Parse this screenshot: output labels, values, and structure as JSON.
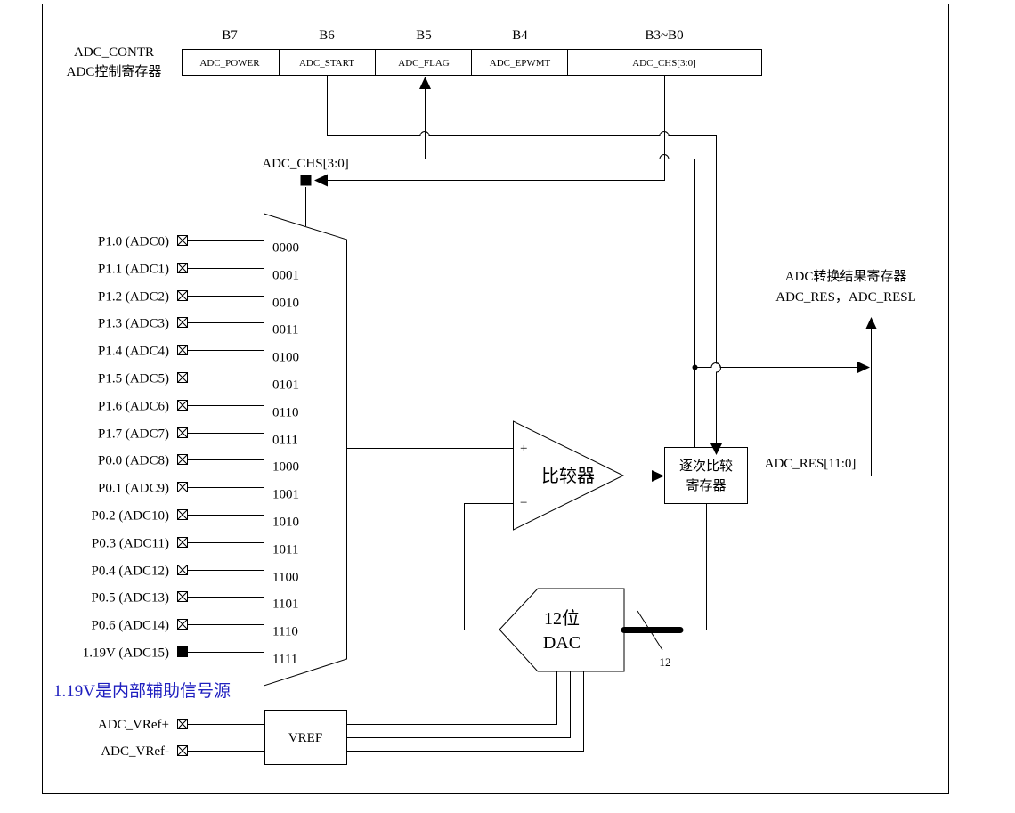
{
  "register": {
    "name_en": "ADC_CONTR",
    "name_cn": "ADC控制寄存器",
    "bit_headers": [
      "B7",
      "B6",
      "B5",
      "B4",
      "B3~B0"
    ],
    "fields": [
      "ADC_POWER",
      "ADC_START",
      "ADC_FLAG",
      "ADC_EPWMT",
      "ADC_CHS[3:0]"
    ]
  },
  "mux": {
    "select_label": "ADC_CHS[3:0]",
    "inputs": [
      {
        "pin": "P1.0 (ADC0)",
        "code": "0000",
        "pin_type": "io"
      },
      {
        "pin": "P1.1 (ADC1)",
        "code": "0001",
        "pin_type": "io"
      },
      {
        "pin": "P1.2 (ADC2)",
        "code": "0010",
        "pin_type": "io"
      },
      {
        "pin": "P1.3 (ADC3)",
        "code": "0011",
        "pin_type": "io"
      },
      {
        "pin": "P1.4 (ADC4)",
        "code": "0100",
        "pin_type": "io"
      },
      {
        "pin": "P1.5 (ADC5)",
        "code": "0101",
        "pin_type": "io"
      },
      {
        "pin": "P1.6 (ADC6)",
        "code": "0110",
        "pin_type": "io"
      },
      {
        "pin": "P1.7 (ADC7)",
        "code": "0111",
        "pin_type": "io"
      },
      {
        "pin": "P0.0 (ADC8)",
        "code": "1000",
        "pin_type": "io"
      },
      {
        "pin": "P0.1 (ADC9)",
        "code": "1001",
        "pin_type": "io"
      },
      {
        "pin": "P0.2 (ADC10)",
        "code": "1010",
        "pin_type": "io"
      },
      {
        "pin": "P0.3 (ADC11)",
        "code": "1011",
        "pin_type": "io"
      },
      {
        "pin": "P0.4 (ADC12)",
        "code": "1100",
        "pin_type": "io"
      },
      {
        "pin": "P0.5 (ADC13)",
        "code": "1101",
        "pin_type": "io"
      },
      {
        "pin": "P0.6 (ADC14)",
        "code": "1110",
        "pin_type": "io"
      },
      {
        "pin": "1.19V (ADC15)",
        "code": "1111",
        "pin_type": "internal"
      }
    ]
  },
  "internal_note": "1.19V是内部辅助信号源",
  "comparator": {
    "label": "比较器",
    "plus": "+",
    "minus": "−"
  },
  "sar": {
    "line1": "逐次比较",
    "line2": "寄存器"
  },
  "result": {
    "title_line1": "ADC转换结果寄存器",
    "title_line2": "ADC_RES，ADC_RESL",
    "bus_label": "ADC_RES[11:0]"
  },
  "dac": {
    "line1": "12位",
    "line2": "DAC",
    "bus_width": "12"
  },
  "vref": {
    "label": "VREF",
    "pins": [
      "ADC_VRef+",
      "ADC_VRef-"
    ]
  },
  "colors": {
    "line": "#000000",
    "note": "#1f1fbf",
    "background": "#ffffff"
  }
}
